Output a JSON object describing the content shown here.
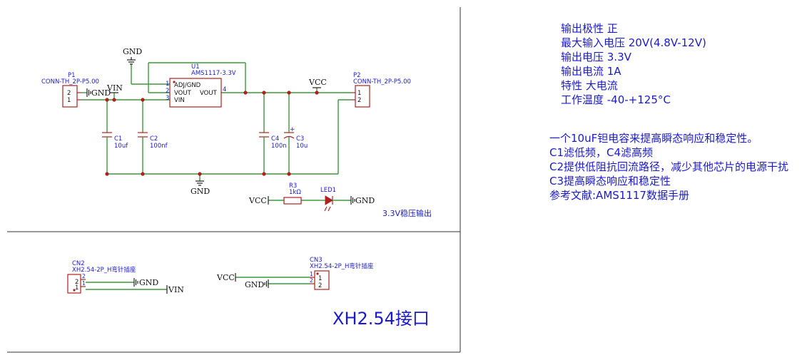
{
  "parts": {
    "p1": {
      "ref": "P1",
      "value": "CONN-TH_2P-P5.00",
      "pin2": "2",
      "pin1": "1"
    },
    "p2": {
      "ref": "P2",
      "value": "CONN-TH_2P-P5.00",
      "pin1": "1",
      "pin2": "2"
    },
    "u1": {
      "ref": "U1",
      "value": "AMS1117-3.3V",
      "pin_adj": "ADJ/GND",
      "pin_vout": "VOUT",
      "pin_vin": "VIN",
      "pin_vout_r": "VOUT",
      "n1": "1",
      "n2": "2",
      "n3": "3",
      "n4": "4"
    },
    "c1": {
      "ref": "C1",
      "value": "10uf"
    },
    "c2": {
      "ref": "C2",
      "value": "100nf"
    },
    "c4": {
      "ref": "C4",
      "value": "100n"
    },
    "c3": {
      "ref": "C3",
      "value": "10u",
      "plus": "+"
    },
    "r3": {
      "ref": "R3",
      "value": "1kΩ"
    },
    "led1": {
      "ref": "LED1"
    },
    "cn2": {
      "ref": "CN2",
      "value": "XH2.54-2P_H弯针插座",
      "pin2": "2",
      "pin1": "1"
    },
    "cn3": {
      "ref": "CN3",
      "value": "XH2.54-2P_H弯针插座",
      "pin1": "1",
      "pin2": "2"
    }
  },
  "nets": {
    "gnd_top": "GND",
    "gnd_p1": "GND",
    "vin_top": "VIN",
    "vcc_top": "VCC",
    "gnd_bottom": "GND",
    "vcc_led": "VCC",
    "gnd_led": "GND",
    "gnd_cn2": "GND",
    "vin_cn2": "VIN",
    "vcc_cn3": "VCC",
    "gnd_cn3": "GND"
  },
  "section_labels": {
    "regulator": "3.3V稳压输出",
    "connector": "XH2.54接口"
  },
  "notes": {
    "specs": [
      "输出极性 正",
      "最大输入电压 20V(4.8V-12V)",
      "输出电压 3.3V",
      "输出电流 1A",
      "特性 大电流",
      "工作温度 -40-+125°C"
    ],
    "explanations": [
      "一个10uF钽电容来提高瞬态响应和稳定性。",
      "C1滤低频，C4滤高频",
      "C2提供低阻抗回流路径，减少其他芯片的电源干扰",
      "C3提高瞬态响应和稳定性",
      "参考文献:AMS1117数据手册"
    ]
  },
  "colors": {
    "wire": "#3a9a3a",
    "part": "#b02020",
    "label": "#1a1acc"
  }
}
